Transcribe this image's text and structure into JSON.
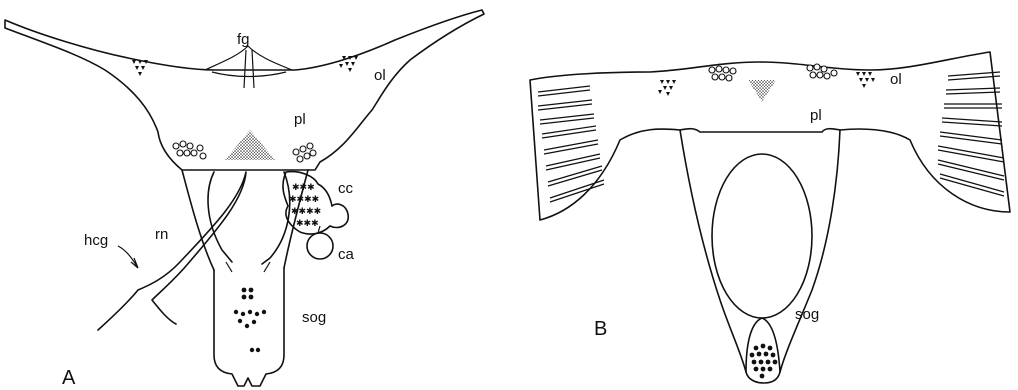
{
  "panel_a": {
    "letter": "A",
    "labels": {
      "fg": "fg",
      "ol": "ol",
      "pl": "pl",
      "cc": "cc",
      "ca": "ca",
      "hcg": "hcg",
      "rn": "rn",
      "sog": "sog"
    }
  },
  "panel_b": {
    "letter": "B",
    "labels": {
      "ol": "ol",
      "pl": "pl",
      "sog": "sog"
    }
  }
}
